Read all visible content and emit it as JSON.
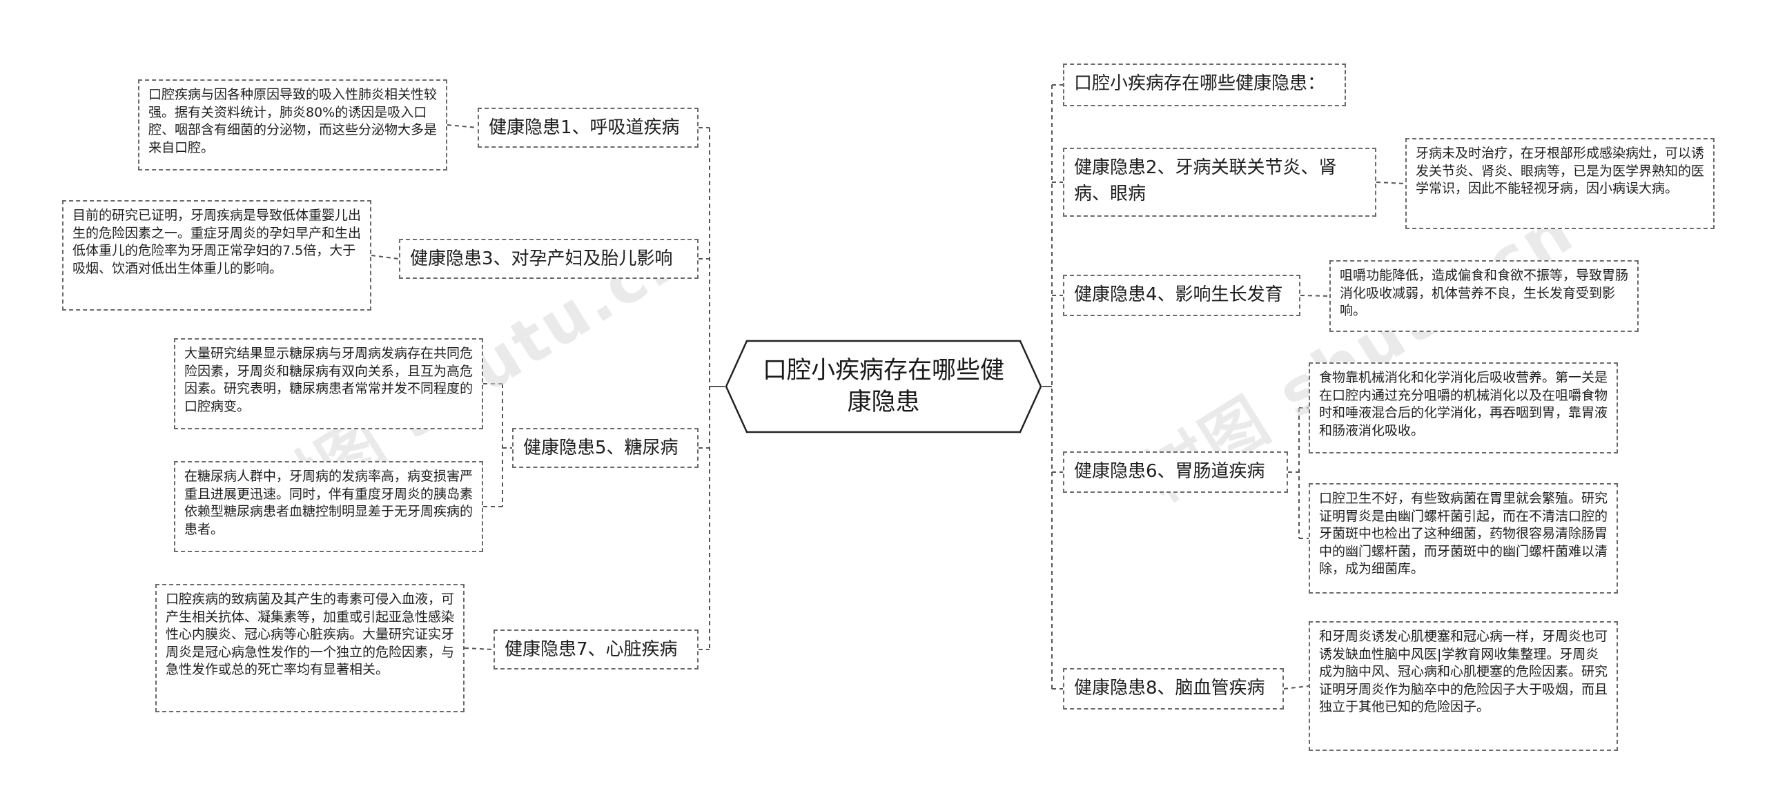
{
  "center": {
    "title": "口腔小疾病存在哪些健康隐患"
  },
  "left_topics": [
    {
      "label": "健康隐患1、呼吸道疾病",
      "details": [
        "口腔疾病与因各种原因导致的吸入性肺炎相关性较强。据有关资料统计，肺炎80%的诱因是吸入口腔、咽部含有细菌的分泌物，而这些分泌物大多是来自口腔。"
      ]
    },
    {
      "label": "健康隐患3、对孕产妇及胎儿影响",
      "details": [
        "目前的研究已证明，牙周疾病是导致低体重婴儿出生的危险因素之一。重症牙周炎的孕妇早产和生出低体重儿的危险率为牙周正常孕妇的7.5倍，大于吸烟、饮酒对低出生体重儿的影响。"
      ]
    },
    {
      "label": "健康隐患5、糖尿病",
      "details": [
        "大量研究结果显示糖尿病与牙周病发病存在共同危险因素，牙周炎和糖尿病有双向关系，且互为高危因素。研究表明，糖尿病患者常常并发不同程度的口腔病变。",
        "在糖尿病人群中，牙周病的发病率高，病变损害严重且进展更迅速。同时，伴有重度牙周炎的胰岛素依赖型糖尿病患者血糖控制明显差于无牙周疾病的患者。"
      ]
    },
    {
      "label": "健康隐患7、心脏疾病",
      "details": [
        "口腔疾病的致病菌及其产生的毒素可侵入血液，可产生相关抗体、凝集素等，加重或引起亚急性感染性心内膜炎、冠心病等心脏疾病。大量研究证实牙周炎是冠心病急性发作的一个独立的危险因素，与急性发作或总的死亡率均有显著相关。"
      ]
    }
  ],
  "right_topics": [
    {
      "label": "口腔小疾病存在哪些健康隐患：",
      "details": []
    },
    {
      "label": "健康隐患2、牙病关联关节炎、肾病、眼病",
      "details": [
        "牙病未及时治疗，在牙根部形成感染病灶，可以诱发关节炎、肾炎、眼病等，已是为医学界熟知的医学常识，因此不能轻视牙病，因小病误大病。"
      ]
    },
    {
      "label": "健康隐患4、影响生长发育",
      "details": [
        "咀嚼功能降低，造成偏食和食欲不振等，导致胃肠消化吸收减弱，机体营养不良，生长发育受到影响。"
      ]
    },
    {
      "label": "健康隐患6、胃肠道疾病",
      "details": [
        "食物靠机械消化和化学消化后吸收营养。第一关是在口腔内通过充分咀嚼的机械消化以及在咀嚼食物时和唾液混合后的化学消化，再吞咽到胃，靠胃液和肠液消化吸收。",
        "口腔卫生不好，有些致病菌在胃里就会繁殖。研究证明胃炎是由幽门螺杆菌引起，而在不清洁口腔的牙菌斑中也检出了这种细菌，药物很容易清除肠胃中的幽门螺杆菌，而牙菌斑中的幽门螺杆菌难以清除，成为细菌库。"
      ]
    },
    {
      "label": "健康隐患8、脑血管疾病",
      "details": [
        "和牙周炎诱发心肌梗塞和冠心病一样，牙周炎也可诱发缺血性脑中风医|学教育网收集整理。牙周炎成为脑中风、冠心病和心肌梗塞的危险因素。研究证明牙周炎作为脑卒中的危险因子大于吸烟，而且独立于其他已知的危险因子。"
      ]
    }
  ],
  "watermarks": [
    "树图 shutu.cn",
    "树图 shutu.cn"
  ],
  "colors": {
    "border": "#6a6a6a",
    "line": "#555555",
    "watermark": "#d9d9d9"
  }
}
